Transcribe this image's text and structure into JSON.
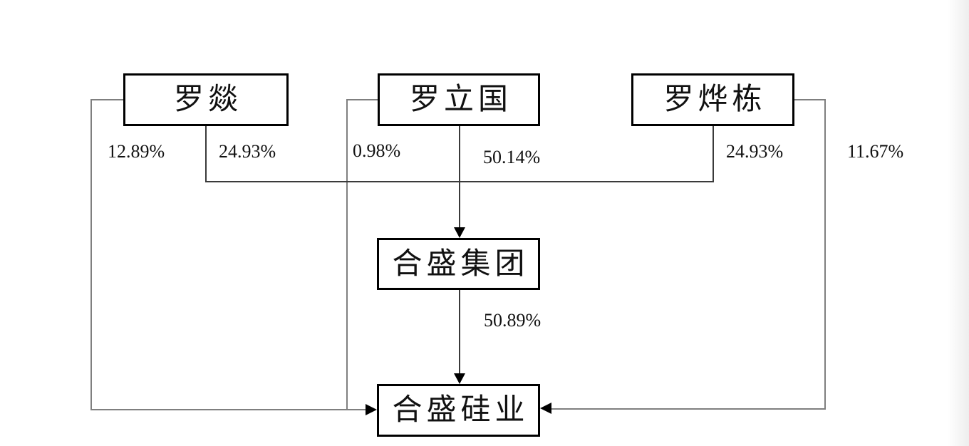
{
  "diagram": {
    "type": "shareholding-structure-flowchart",
    "background_color": "#ffffff",
    "box_border_color": "#000000",
    "connector_color_outer": "#7f7f7f",
    "connector_color_inner": "#3a3a3a",
    "nodes": [
      {
        "id": "shareholder-luo-yan",
        "label": "罗燚",
        "role": "shareholder"
      },
      {
        "id": "shareholder-luo-liguo",
        "label": "罗立国",
        "role": "shareholder"
      },
      {
        "id": "shareholder-luo-yedong",
        "label": "罗烨栋",
        "role": "shareholder"
      },
      {
        "id": "hesheng-group",
        "label": "合盛集团",
        "role": "intermediate-company"
      },
      {
        "id": "hesheng-silicon",
        "label": "合盛硅业",
        "role": "target-company"
      }
    ],
    "edges": [
      {
        "from": "罗燚",
        "to": "合盛硅业",
        "label": "12.89%"
      },
      {
        "from": "罗燚",
        "to": "合盛集团",
        "label": "24.93%"
      },
      {
        "from": "罗立国",
        "to": "合盛硅业",
        "label": "0.98%"
      },
      {
        "from": "罗立国",
        "to": "合盛集团",
        "label": "50.14%"
      },
      {
        "from": "罗烨栋",
        "to": "合盛集团",
        "label": "24.93%"
      },
      {
        "from": "罗烨栋",
        "to": "合盛硅业",
        "label": "11.67%"
      },
      {
        "from": "合盛集团",
        "to": "合盛硅业",
        "label": "50.89%"
      }
    ]
  }
}
